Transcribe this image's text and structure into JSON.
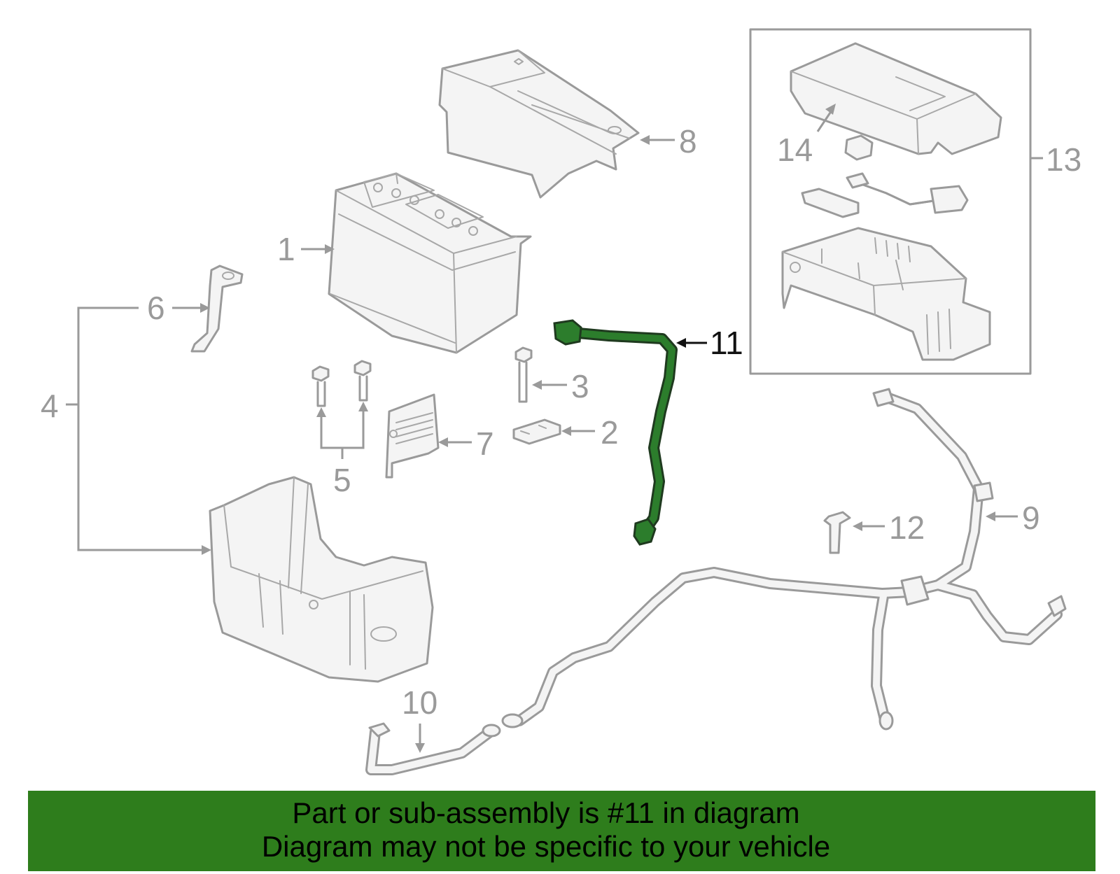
{
  "callouts": {
    "c1": "1",
    "c2": "2",
    "c3": "3",
    "c4": "4",
    "c5": "5",
    "c6": "6",
    "c7": "7",
    "c8": "8",
    "c9": "9",
    "c10": "10",
    "c11": "11",
    "c12": "12",
    "c13": "13",
    "c14": "14"
  },
  "highlighted_part": "11",
  "colors": {
    "highlight": "#2c7d2c",
    "banner": "#2e7d1c",
    "line_art": "#9a9a9a"
  },
  "banner": {
    "line1": "Part or sub-assembly is #11 in diagram",
    "line2": "Diagram may not be specific to your vehicle"
  }
}
